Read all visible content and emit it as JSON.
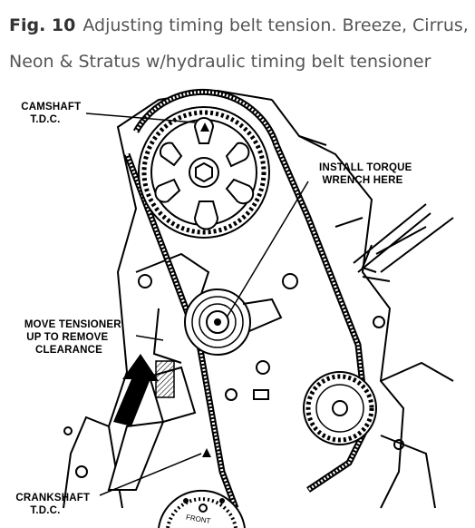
{
  "caption": {
    "figure_number": "Fig. 10",
    "text": "Adjusting timing belt tension. Breeze, Cirrus, Neon & Stratus w/hydraulic timing belt tensioner"
  },
  "labels": {
    "camshaft": [
      "CAMSHAFT",
      "T.D.C."
    ],
    "torque": [
      "INSTALL TORQUE",
      "WRENCH HERE"
    ],
    "tensioner": [
      "MOVE TENSIONER",
      "UP TO REMOVE",
      "CLEARANCE"
    ],
    "crankshaft": [
      "CRANKSHAFT",
      "T.D.C."
    ],
    "front_mark": "FRONT"
  }
}
